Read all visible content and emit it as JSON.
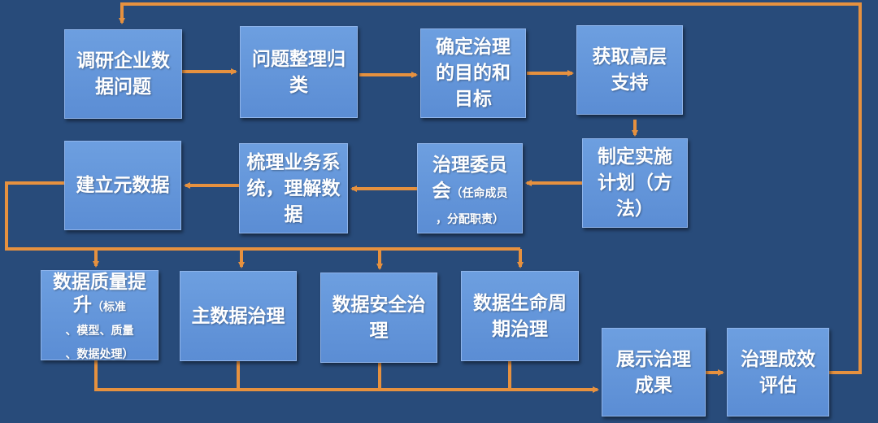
{
  "colors": {
    "background": "#284b7a",
    "box": "#6196db",
    "connector": "#e6913f",
    "text": "#ffffff"
  },
  "steps": {
    "s1": "调研企业数据问题",
    "s2": "问题整理归类",
    "s3": "确定治理的目的和目标",
    "s4": "获取高层支持",
    "s5": "制定实施计划（方法）",
    "s6_main": "治理委员会",
    "s6_note_a": "（任命成员",
    "s6_note_b": "，分配职责）",
    "s7": "梳理业务系统，理解数据",
    "s8": "建立元数据",
    "s9_main": "数据质量提升",
    "s9_note_a": "（标准",
    "s9_note_b": "、模型、质量",
    "s9_note_c": "、数据处理）",
    "s10": "主数据治理",
    "s11": "数据安全治理",
    "s12": "数据生命周期治理",
    "s13": "展示治理成果",
    "s14": "治理成效评估"
  }
}
